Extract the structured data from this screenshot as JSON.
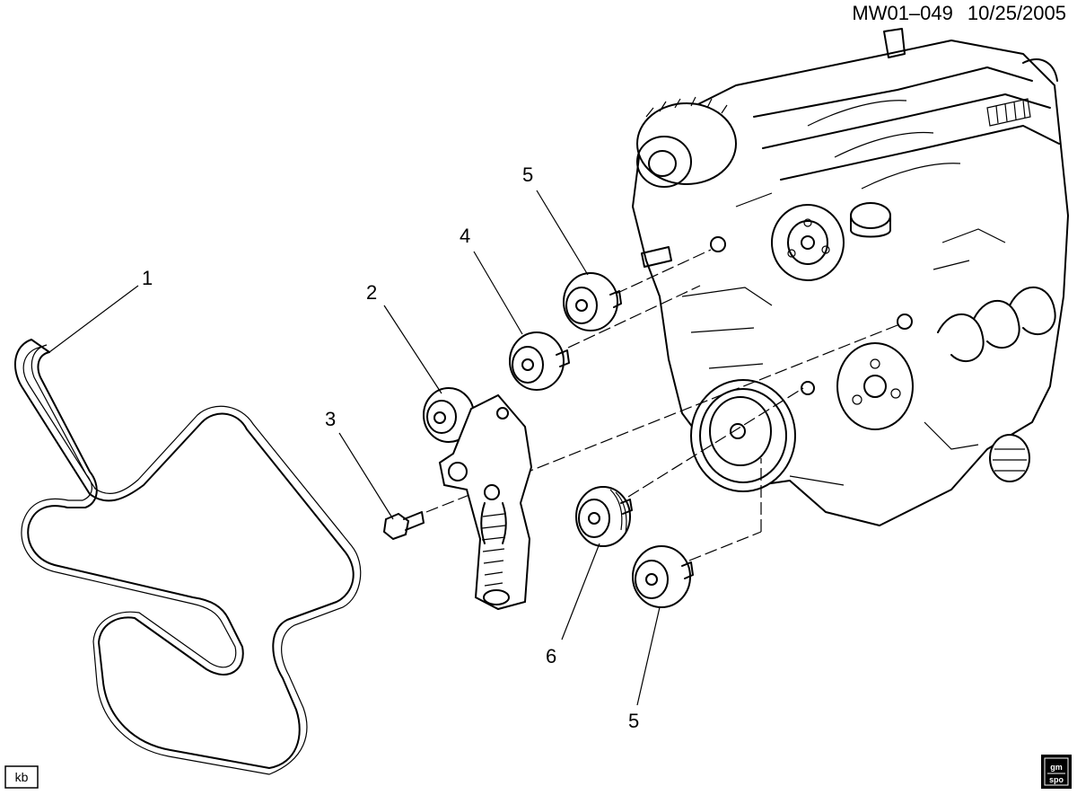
{
  "header": {
    "drawing_code": "MW01–049",
    "date": "10/25/2005"
  },
  "callouts": [
    {
      "id": "callout-1",
      "label": "1"
    },
    {
      "id": "callout-2",
      "label": "2"
    },
    {
      "id": "callout-3",
      "label": "3"
    },
    {
      "id": "callout-4",
      "label": "4"
    },
    {
      "id": "callout-5-upper",
      "label": "5"
    },
    {
      "id": "callout-6",
      "label": "6"
    },
    {
      "id": "callout-5-lower",
      "label": "5"
    }
  ],
  "corner_stamp": {
    "text": "kb"
  },
  "logo": {
    "line1": "gm",
    "line2": "spo"
  }
}
